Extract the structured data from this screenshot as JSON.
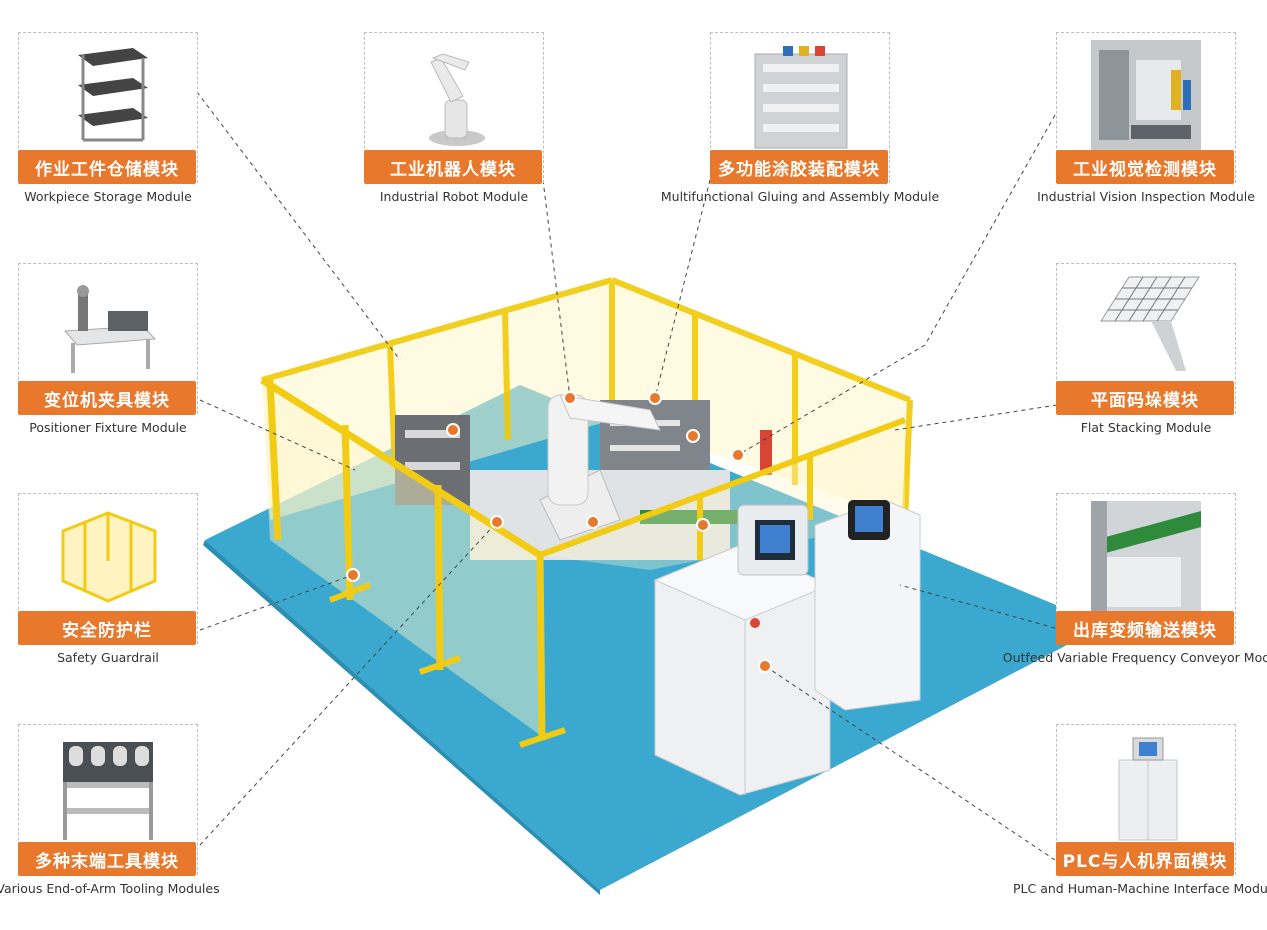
{
  "colors": {
    "accent": "#e8782c",
    "floor": "#3aa8cf",
    "fence": "#f2cc14",
    "cabinet": "#eef0f2"
  },
  "modules": [
    {
      "id": "workpiece-storage",
      "zh": "作业工件仓储模块",
      "en": "Workpiece Storage Module",
      "icon": "storage-rack-icon"
    },
    {
      "id": "industrial-robot",
      "zh": "工业机器人模块",
      "en": "Industrial Robot Module",
      "icon": "robot-arm-icon"
    },
    {
      "id": "gluing-assembly",
      "zh": "多功能涂胶装配模块",
      "en": "Multifunctional Gluing and Assembly Module",
      "icon": "gluing-station-icon"
    },
    {
      "id": "vision-inspection",
      "zh": "工业视觉检测模块",
      "en": "Industrial Vision Inspection Module",
      "icon": "vision-camera-icon"
    },
    {
      "id": "positioner-fixture",
      "zh": "变位机夹具模块",
      "en": "Positioner Fixture Module",
      "icon": "positioner-icon"
    },
    {
      "id": "flat-stacking",
      "zh": "平面码垛模块",
      "en": "Flat Stacking Module",
      "icon": "stacking-plate-icon"
    },
    {
      "id": "safety-guardrail",
      "zh": "安全防护栏",
      "en": "Safety Guardrail",
      "icon": "guardrail-icon"
    },
    {
      "id": "outfeed-conveyor",
      "zh": "出库变频输送模块",
      "en": "Outfeed Variable Frequency Conveyor Module",
      "icon": "conveyor-icon"
    },
    {
      "id": "end-of-arm-tooling",
      "zh": "多种末端工具模块",
      "en": "Various End-of-Arm Tooling Modules",
      "icon": "tool-rack-icon"
    },
    {
      "id": "plc-hmi",
      "zh": "PLC与人机界面模块",
      "en": "PLC and Human-Machine Interface Module",
      "icon": "control-cabinet-icon"
    }
  ]
}
